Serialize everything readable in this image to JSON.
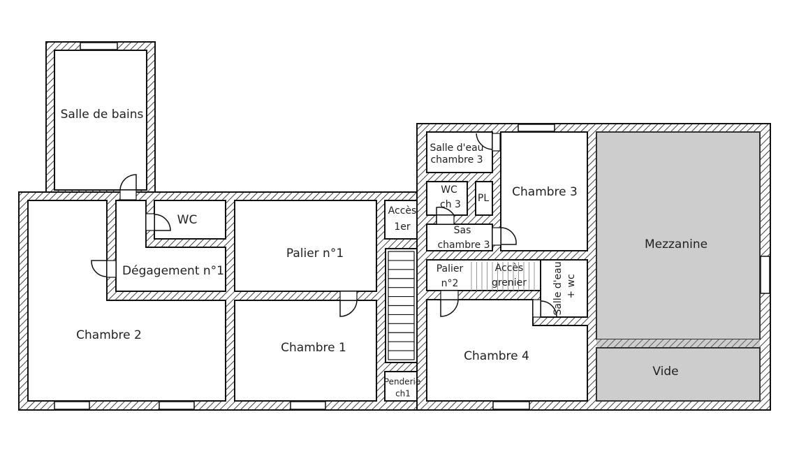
{
  "plan": {
    "title": "Floor plan - upper level",
    "colors": {
      "wall_line": "#111111",
      "room_fill": "#ffffff",
      "mezzanine_fill": "#cdcdcd",
      "text": "#222222"
    },
    "rooms": [
      {
        "id": "salle-de-bains",
        "label": "Salle de bains"
      },
      {
        "id": "wc",
        "label": "WC"
      },
      {
        "id": "degagement-1",
        "label": "Dégagement n°1"
      },
      {
        "id": "palier-1",
        "label": "Palier n°1"
      },
      {
        "id": "acces-1er",
        "label": [
          "Accès",
          "1er"
        ]
      },
      {
        "id": "chambre-2",
        "label": "Chambre 2"
      },
      {
        "id": "chambre-1",
        "label": "Chambre 1"
      },
      {
        "id": "penderie-ch1",
        "label": [
          "Penderie",
          "ch1"
        ]
      },
      {
        "id": "salle-deau-ch3",
        "label": [
          "Salle d'eau",
          "chambre 3"
        ]
      },
      {
        "id": "wc-ch3",
        "label": [
          "WC",
          "ch 3"
        ]
      },
      {
        "id": "pl",
        "label": "PL"
      },
      {
        "id": "sas-ch3",
        "label": [
          "Sas",
          "chambre 3"
        ]
      },
      {
        "id": "chambre-3",
        "label": "Chambre 3"
      },
      {
        "id": "palier-2",
        "label": [
          "Palier",
          "n°2"
        ]
      },
      {
        "id": "acces-grenier",
        "label": [
          "Accès",
          "grenier"
        ]
      },
      {
        "id": "salle-deau-wc",
        "label": [
          "Salle d'eau",
          "+ wc"
        ]
      },
      {
        "id": "chambre-4",
        "label": "Chambre 4"
      },
      {
        "id": "mezzanine",
        "label": "Mezzanine"
      },
      {
        "id": "vide",
        "label": "Vide"
      }
    ]
  }
}
